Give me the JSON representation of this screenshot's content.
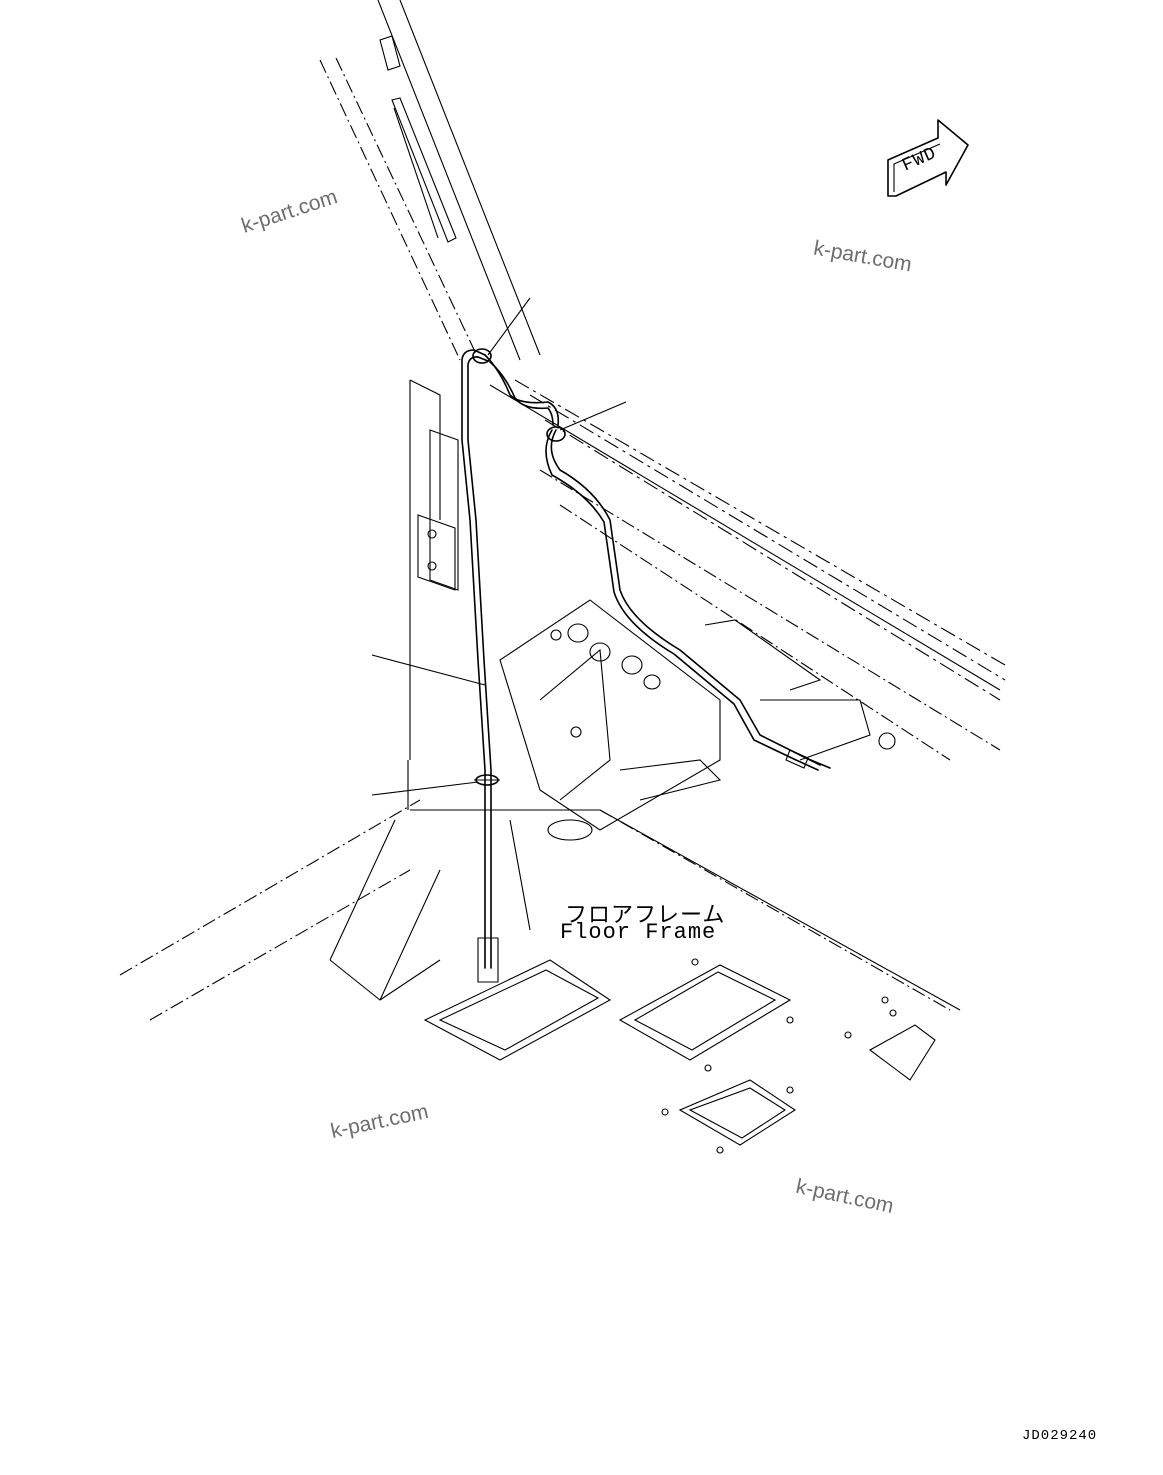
{
  "floor_label": {
    "japanese": "フロアフレーム",
    "english": "Floor Frame"
  },
  "direction_marker": "FWD",
  "watermarks": [
    "k-part.com",
    "k-part.com",
    "k-part.com",
    "k-part.com"
  ],
  "drawing_code": "JD029240",
  "callouts": [
    {
      "target": "upper-clamp"
    },
    {
      "target": "rear-clamp"
    },
    {
      "target": "antenna-cable"
    },
    {
      "target": "lower-clamp"
    }
  ]
}
